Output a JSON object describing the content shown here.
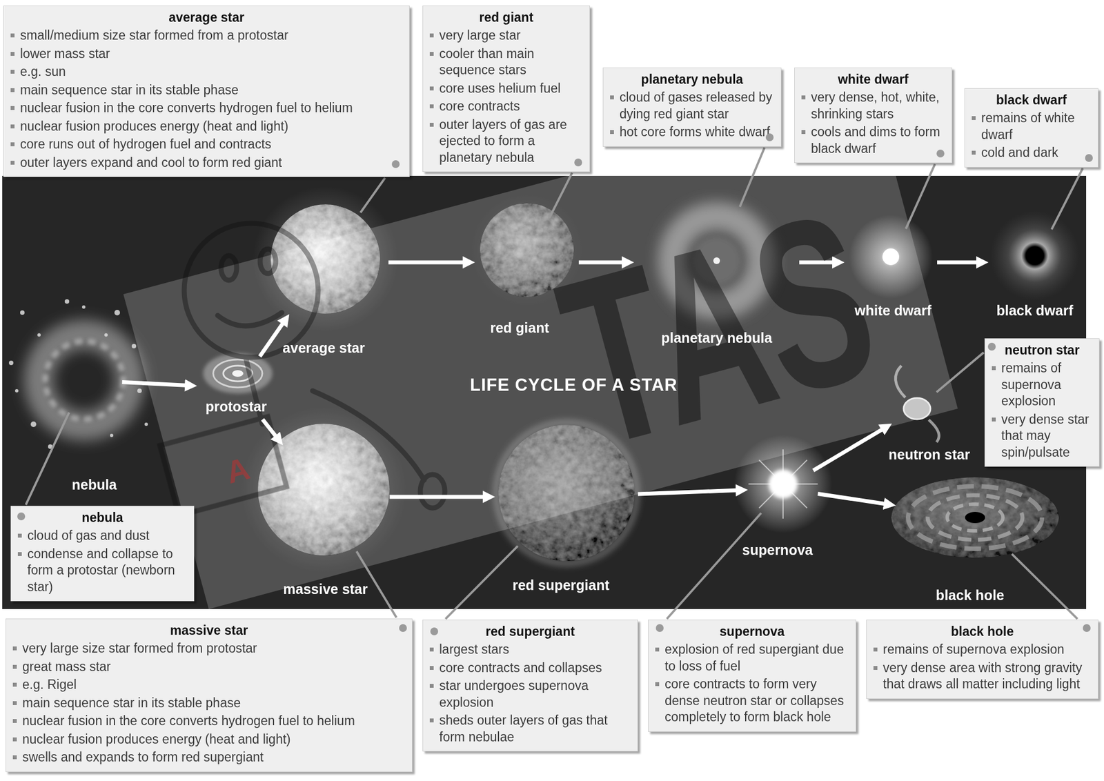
{
  "diagram": {
    "title": "LIFE CYCLE OF A STAR",
    "nodes": [
      {
        "text": [
          "average star",
          "small/medium size star formed from a protostar",
          "lower mass star",
          "e.g. sun",
          "main sequence star in its stable phase",
          "nuclear fusion in the core converts hydrogen fuel to helium",
          "nuclear fusion produces energy (heat and light)",
          "core runs out of hydrogen fuel and contracts",
          "outer layers expand and cool to form red giant"
        ]
      },
      {
        "text": [
          "red giant",
          "very large star",
          "cooler than main sequence stars",
          "core uses helium fuel",
          "core contracts",
          "outer layers of gas are ejected to form a planetary nebula"
        ]
      },
      {
        "text": [
          "planetary nebula",
          "cloud of gases released by dying red giant star",
          "hot core forms white dwarf"
        ]
      },
      {
        "text": [
          "white dwarf",
          "very dense, hot, white, shrinking stars",
          "cools and dims to form black dwarf"
        ]
      },
      {
        "text": [
          "black dwarf",
          "remains of white dwarf",
          "cold and dark"
        ]
      },
      {
        "text": [
          "nebula"
        ]
      },
      {
        "text": [
          "protostar"
        ]
      },
      {
        "text": [
          "average star"
        ]
      },
      {
        "text": [
          "red giant"
        ]
      },
      {
        "text": [
          "planetary nebula"
        ]
      },
      {
        "text": [
          "white dwarf"
        ]
      },
      {
        "text": [
          "black dwarf"
        ]
      },
      {
        "text": [
          "neutron star",
          "remains of supernova explosion",
          "very dense star that may spin/pulsate"
        ]
      },
      {
        "text": [
          "massive star"
        ]
      },
      {
        "text": [
          "red supergiant"
        ]
      },
      {
        "text": [
          "supernova"
        ]
      },
      {
        "text": [
          "neutron star"
        ]
      },
      {
        "text": [
          "black hole"
        ]
      },
      {
        "text": [
          "nebula",
          "cloud of gas and dust",
          "condense and collapse to form a protostar (newborn star)"
        ]
      },
      {
        "text": [
          "massive star",
          "very large size star formed from protostar",
          "great mass star",
          "e.g. Rigel",
          "main sequence star in its stable phase",
          "nuclear fusion in the core converts hydrogen fuel to helium",
          "nuclear fusion produces energy (heat and light)",
          "swells and expands to form red supergiant"
        ]
      },
      {
        "text": [
          "red supergiant",
          "largest stars",
          "core contracts and collapses",
          "star undergoes supernova explosion",
          "sheds outer layers of gas that form nebulae"
        ]
      },
      {
        "text": [
          "supernova",
          "explosion of red supergiant due to loss of fuel",
          "core contracts to form very dense neutron star or collapses completely to form black hole"
        ]
      },
      {
        "text": [
          "black hole",
          "remains of supernova explosion",
          "very dense area with strong gravity that draws all matter including light"
        ]
      }
    ],
    "edges": [
      {
        "from": 5,
        "to": 6,
        "arrow": "to"
      },
      {
        "from": 6,
        "to": 7,
        "arrow": "to"
      },
      {
        "from": 6,
        "to": 13,
        "arrow": "to"
      },
      {
        "from": 7,
        "to": 8,
        "arrow": "to"
      },
      {
        "from": 8,
        "to": 9,
        "arrow": "to"
      },
      {
        "from": 9,
        "to": 10,
        "arrow": "to"
      },
      {
        "from": 10,
        "to": 11,
        "arrow": "to"
      },
      {
        "from": 13,
        "to": 14,
        "arrow": "to"
      },
      {
        "from": 14,
        "to": 15,
        "arrow": "to"
      },
      {
        "from": 15,
        "to": 16,
        "arrow": "to"
      },
      {
        "from": 15,
        "to": 17,
        "arrow": "to"
      },
      {
        "from": 0,
        "to": 7,
        "arrow": "none"
      },
      {
        "from": 1,
        "to": 8,
        "arrow": "none"
      },
      {
        "from": 2,
        "to": 9,
        "arrow": "none"
      },
      {
        "from": 3,
        "to": 10,
        "arrow": "none"
      },
      {
        "from": 4,
        "to": 11,
        "arrow": "none"
      },
      {
        "from": 12,
        "to": 16,
        "arrow": "none"
      },
      {
        "from": 18,
        "to": 5,
        "arrow": "none"
      },
      {
        "from": 19,
        "to": 13,
        "arrow": "none"
      },
      {
        "from": 20,
        "to": 14,
        "arrow": "none"
      },
      {
        "from": 21,
        "to": 15,
        "arrow": "none"
      },
      {
        "from": 22,
        "to": 17,
        "arrow": "none"
      }
    ],
    "labels": [
      "TAS",
      "A"
    ]
  }
}
